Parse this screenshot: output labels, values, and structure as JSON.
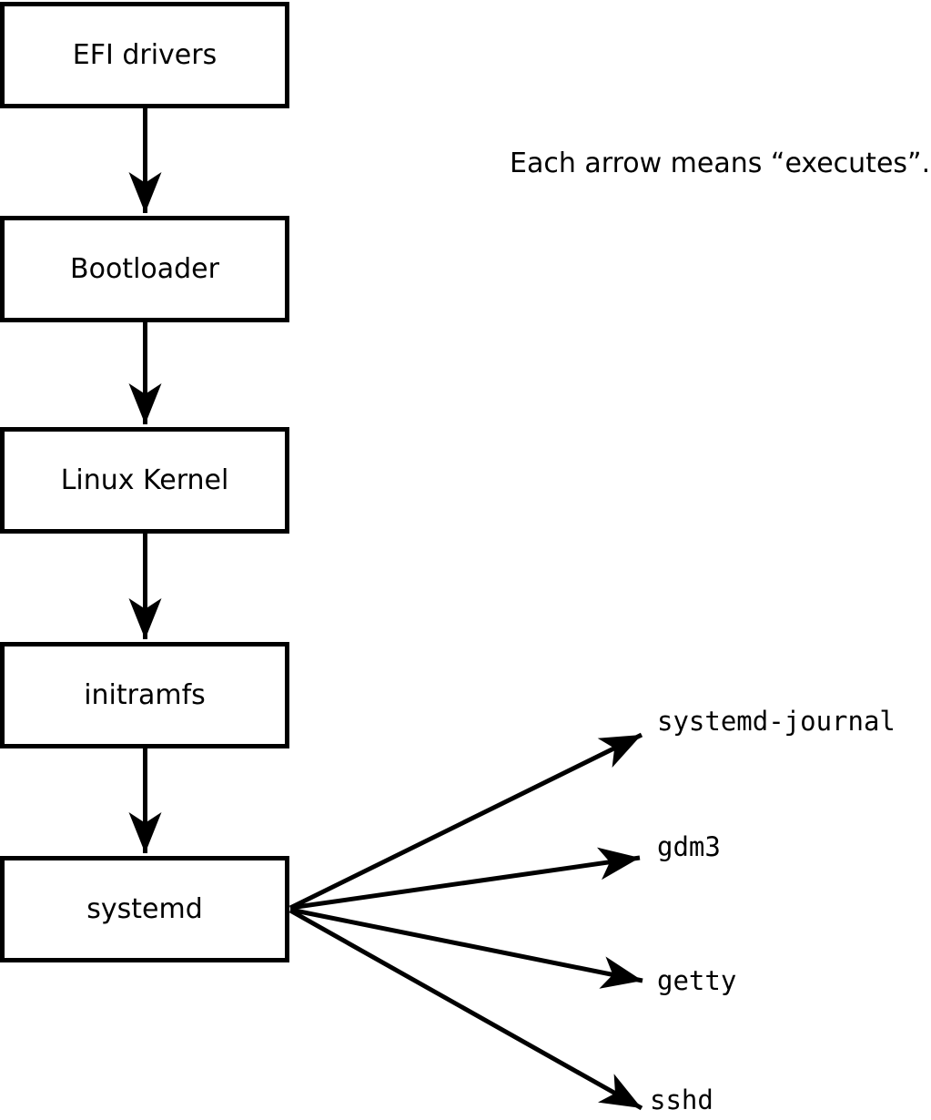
{
  "annotation": "Each arrow means “executes”.",
  "boxes": [
    {
      "label": "EFI drivers"
    },
    {
      "label": "Bootloader"
    },
    {
      "label": "Linux Kernel"
    },
    {
      "label": "initramfs"
    },
    {
      "label": "systemd"
    }
  ],
  "processes": [
    {
      "label": "systemd-journal"
    },
    {
      "label": "gdm3"
    },
    {
      "label": "getty"
    },
    {
      "label": "sshd"
    }
  ],
  "colors": {
    "line": "#000000",
    "background": "#ffffff",
    "box_fill": "#ffffff"
  }
}
